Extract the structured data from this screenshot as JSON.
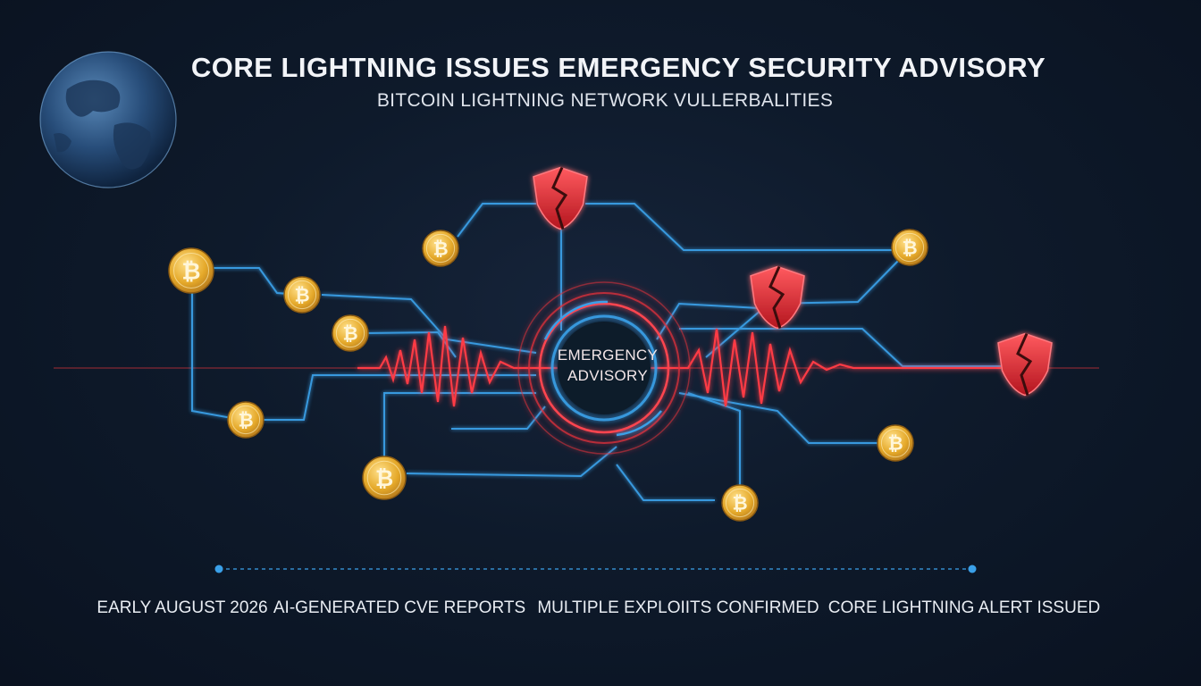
{
  "header": {
    "title": "CORE LIGHTNING ISSUES EMERGENCY SECURITY ADVISORY",
    "subtitle": "BITCOIN LIGHTNING NETWORK VULLERBALITIES"
  },
  "center": {
    "line1": "EMERGENCY",
    "line2": "ADVISORY"
  },
  "timeline": {
    "items": [
      {
        "label": "EARLY AUGUST 2026"
      },
      {
        "label": "AI-GENERATED CVE REPORTS"
      },
      {
        "label": "MULTIPLE EXPLOIITS CONFIRMED"
      },
      {
        "label": "CORE LIGHTNING ALERT ISSUED"
      }
    ]
  },
  "icons": {
    "coin_symbol": "₿",
    "coin_color": "#e5a92a",
    "alert_color": "#e0323c",
    "network_color": "#3aa0e8"
  }
}
